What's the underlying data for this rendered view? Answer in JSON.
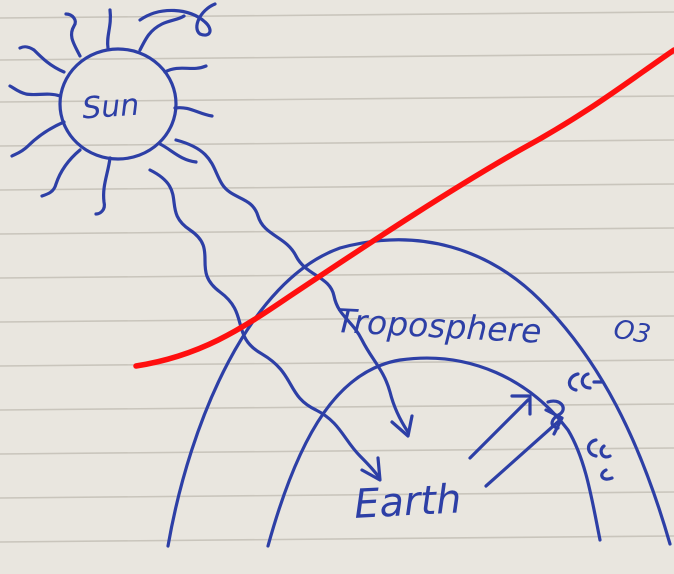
{
  "labels": {
    "sun": "Sun",
    "troposphere": "Troposphere",
    "earth": "Earth",
    "ozone": "O3"
  },
  "colors": {
    "paper": "#e9e6df",
    "rule_lines": "#c9c5bc",
    "ink": "#2d3fa6",
    "red_line": "#ff0f0f"
  }
}
